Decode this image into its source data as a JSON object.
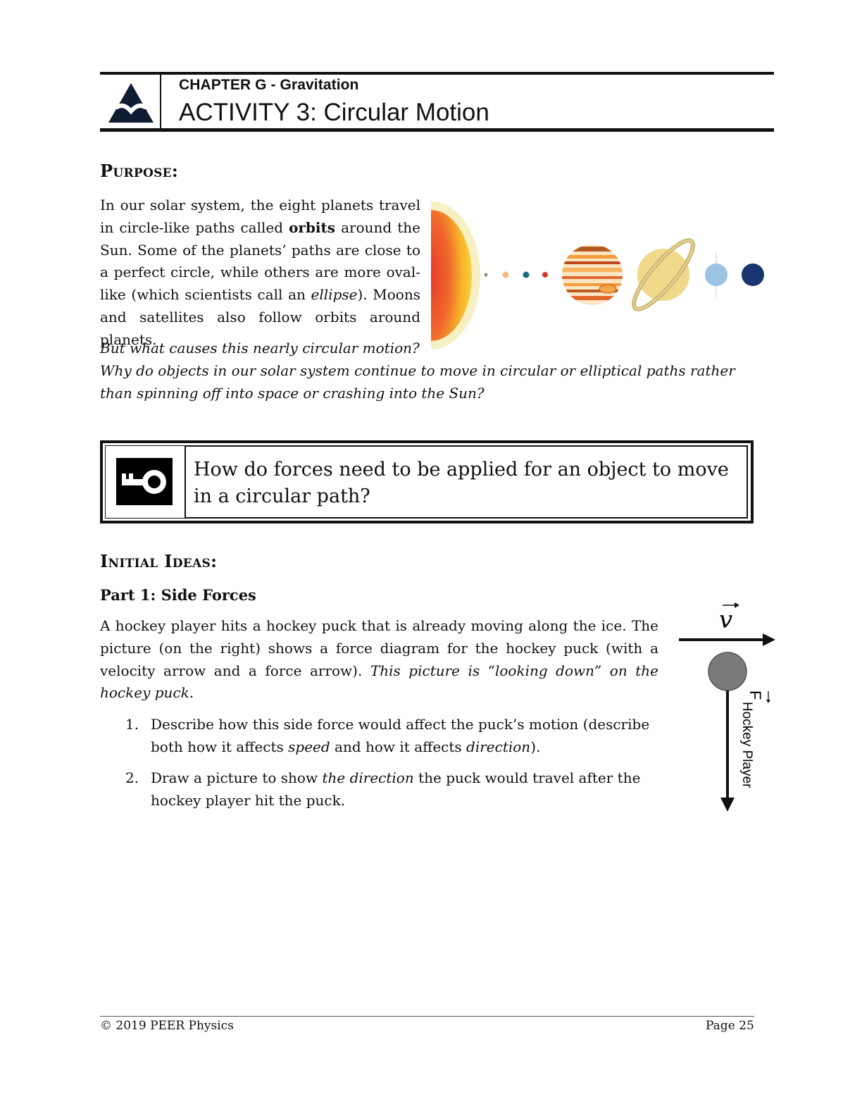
{
  "header": {
    "chapter": "CHAPTER G - Gravitation",
    "activity": "ACTIVITY 3: Circular Motion"
  },
  "purpose": {
    "heading": "Purpose:",
    "para": {
      "t1": "In our solar system, the eight planets travel in circle-like paths called ",
      "b1": "orbits",
      "t2": " around the Sun.  Some of the planets’ paths are close to a perfect circle, while others are more oval-like (which scientists call an ",
      "i1": "ellipse",
      "t3": ").  Moons and satellites also follow orbits around planets."
    },
    "question1": "But what causes this nearly circular motion?",
    "question2": "Why do objects in our solar system continue to move in circular or elliptical paths rather than spinning off into space or crashing into the Sun?"
  },
  "key_question": "How do forces need to be applied for an object to move in a circular path?",
  "initial_ideas": {
    "heading": "Initial Ideas:",
    "part_title": "Part 1: Side Forces",
    "para": {
      "t1": "A hockey player hits a hockey puck that is already moving along the ice.  The picture (on the right) shows a force diagram for the hockey puck (with a velocity arrow and a force arrow).  ",
      "i1": "This picture is “looking down” on the hockey puck."
    },
    "steps": [
      {
        "num": "1.",
        "t1": "Describe how this side force would affect the puck’s motion (describe both how it affects ",
        "i1": "speed",
        "t2": " and how it affects ",
        "i2": "direction",
        "t3": ")."
      },
      {
        "num": "2.",
        "t1": "Draw a picture to show ",
        "i1": "the direction",
        "t2": " the puck would travel after the hockey player hit the puck.",
        "i2": "",
        "t3": ""
      }
    ]
  },
  "diagram": {
    "velocity_label": "v",
    "force_label": "F",
    "force_source": "Hockey Player"
  },
  "footer": {
    "copyright": "© 2019 PEER Physics",
    "page": "Page 25"
  }
}
